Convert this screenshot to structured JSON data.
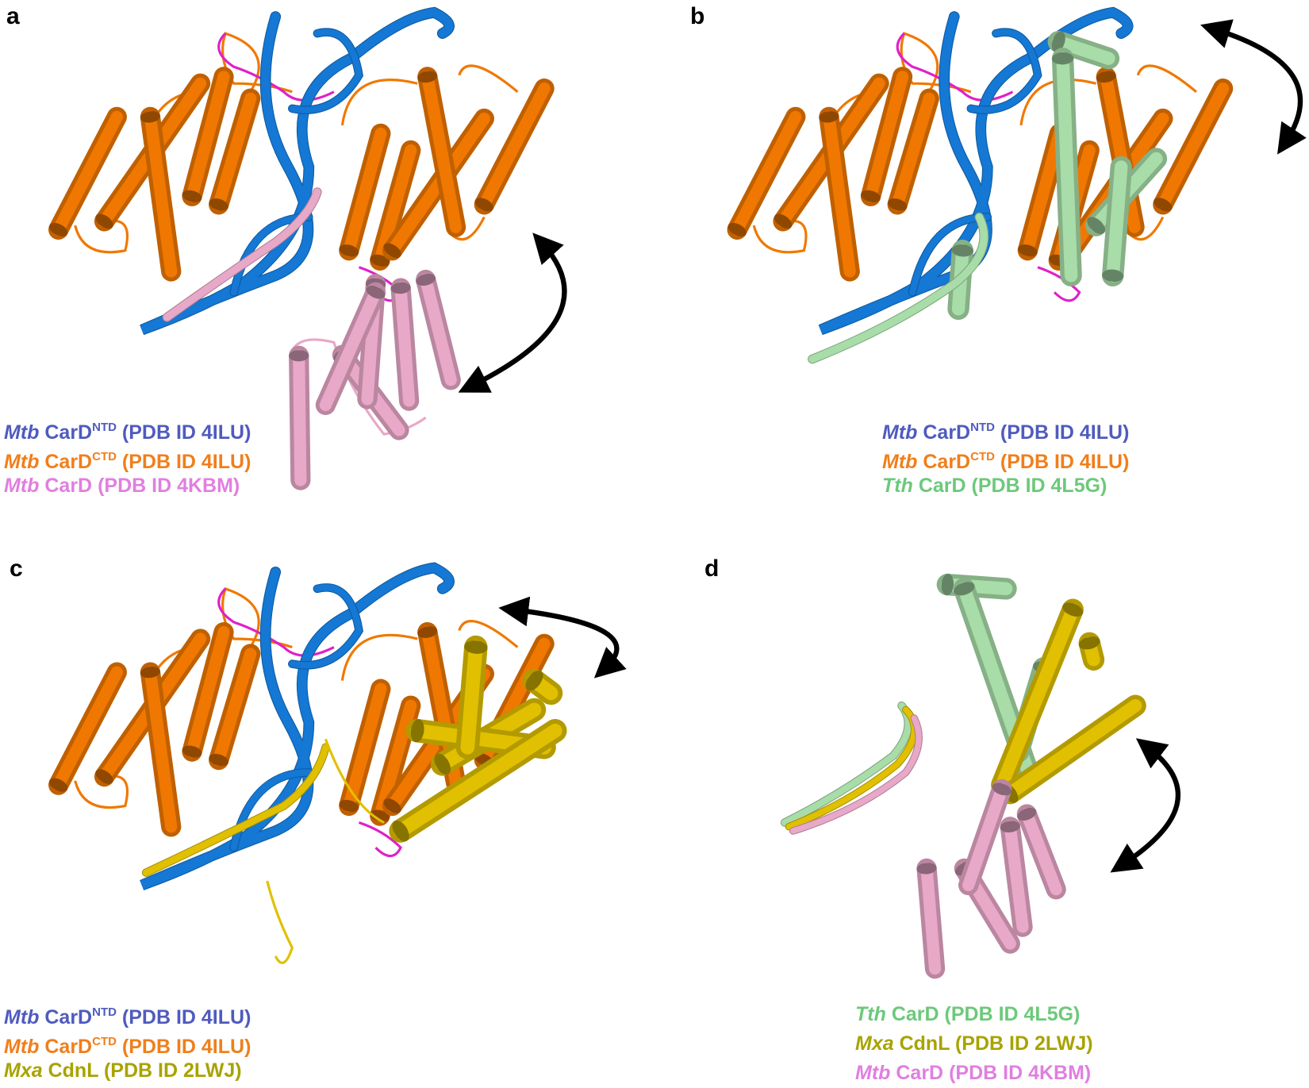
{
  "panels": [
    {
      "label": "a",
      "legend": [
        {
          "species": "Mtb",
          "name": "CarD",
          "sup": "NTD",
          "pdb": "(PDB ID 4ILU)",
          "color": "#4f5bbf"
        },
        {
          "species": "Mtb",
          "name": "CarD",
          "sup": "CTD",
          "pdb": "(PDB ID 4ILU)",
          "color": "#f07f1b"
        },
        {
          "species": "Mtb",
          "name": "CarD",
          "sup": "",
          "pdb": "(PDB ID 4KBM)",
          "color": "#e07fe0"
        }
      ]
    },
    {
      "label": "b",
      "legend": [
        {
          "species": "Mtb",
          "name": "CarD",
          "sup": "NTD",
          "pdb": "(PDB ID 4ILU)",
          "color": "#4f5bbf"
        },
        {
          "species": "Mtb",
          "name": "CarD",
          "sup": "CTD",
          "pdb": "(PDB ID 4ILU)",
          "color": "#f07f1b"
        },
        {
          "species": "Tth",
          "name": "CarD",
          "sup": "",
          "pdb": "(PDB ID 4L5G)",
          "color": "#6cc97a"
        }
      ]
    },
    {
      "label": "c",
      "legend": [
        {
          "species": "Mtb",
          "name": "CarD",
          "sup": "NTD",
          "pdb": "(PDB ID 4ILU)",
          "color": "#4f5bbf"
        },
        {
          "species": "Mtb",
          "name": "CarD",
          "sup": "CTD",
          "pdb": "(PDB ID 4ILU)",
          "color": "#f07f1b"
        },
        {
          "species": "Mxa",
          "name": "CdnL",
          "sup": "",
          "pdb": "(PDB ID 2LWJ)",
          "color": "#a8a300"
        }
      ]
    },
    {
      "label": "d",
      "legend": [
        {
          "species": "Tth",
          "name": "CarD",
          "sup": "",
          "pdb": "(PDB ID 4L5G)",
          "color": "#6cc97a"
        },
        {
          "species": "Mxa",
          "name": "CdnL",
          "sup": "",
          "pdb": "(PDB ID 2LWJ)",
          "color": "#a8a300"
        },
        {
          "species": "Mtb",
          "name": "CarD",
          "sup": "",
          "pdb": "(PDB ID 4KBM)",
          "color": "#e07fe0"
        }
      ]
    }
  ],
  "structure_colors": {
    "ctd_orange": "#f07800",
    "ntd_blue": "#1478d4",
    "linker_magenta": "#e020c8",
    "mtb_pink": "#e8a8c8",
    "tth_green": "#a8dca8",
    "mxa_yellow": "#e0c000"
  }
}
